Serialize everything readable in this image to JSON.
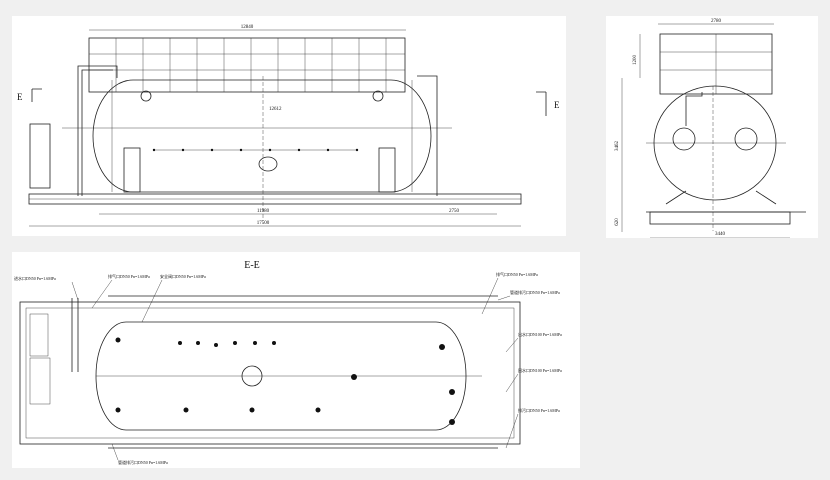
{
  "front_view": {
    "section_mark": "E",
    "dims": {
      "platform_length": "12840",
      "vessel_length": "12612",
      "support_span": "11980",
      "right_offset": "2750",
      "base_length": "17500"
    }
  },
  "side_view": {
    "dims": {
      "platform_width": "2780",
      "platform_height": "1200",
      "vessel_height": "3462",
      "base_height": "620",
      "base_width": "3440"
    }
  },
  "section_view": {
    "title": "E-E",
    "callouts": [
      "进水口DN50 Pn=1.6MPa",
      "排气口DN50 Pn=1.6MPa",
      "安全阀口DN50 Pn=1.6MPa",
      "排气口DN50 Pn=1.6MPa",
      "管道排污口DN50 Pn=1.6MPa",
      "出水口DN100 Pn=1.6MPa",
      "回水口DN100 Pn=1.6MPa",
      "排污口DN50 Pn=1.6MPa",
      "管道排污口DN50 Pn=1.6MPa"
    ]
  }
}
